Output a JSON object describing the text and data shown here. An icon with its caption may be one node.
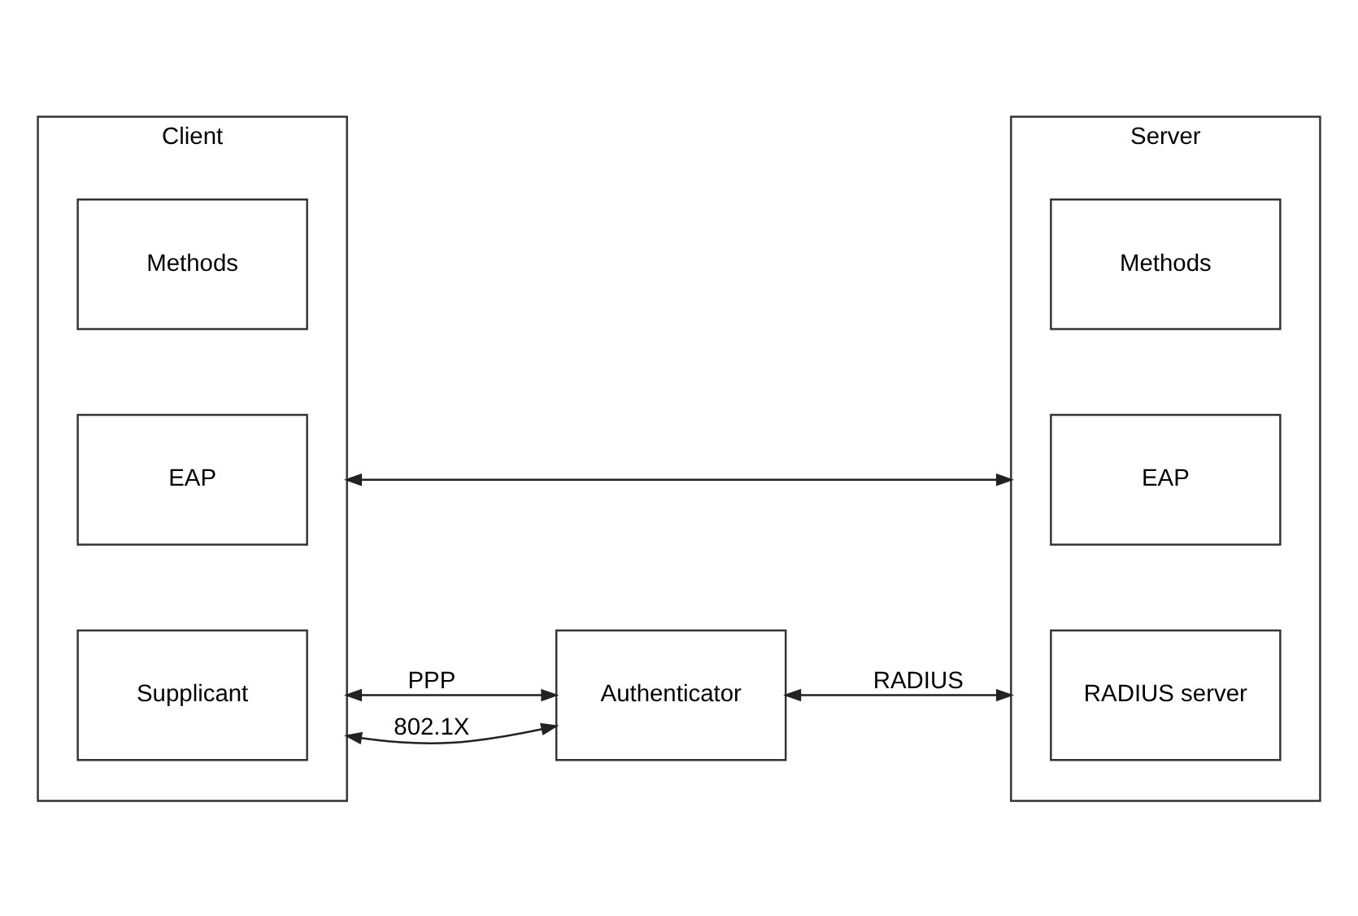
{
  "diagram": {
    "nodes": [
      {
        "text": [
          "Client"
        ]
      },
      {
        "text": [
          "Methods"
        ],
        "in": 0
      },
      {
        "text": [
          "EAP"
        ],
        "in": 0
      },
      {
        "text": [
          "Supplicant"
        ],
        "in": 0
      },
      {
        "text": [
          "Authenticator"
        ]
      },
      {
        "text": [
          "Server"
        ]
      },
      {
        "text": [
          "Methods"
        ],
        "in": 5
      },
      {
        "text": [
          "EAP"
        ],
        "in": 5
      },
      {
        "text": [
          "RADIUS server"
        ],
        "in": 5
      }
    ],
    "edges": [
      {
        "from": 0,
        "to": 5,
        "arrow": "both"
      },
      {
        "from": 0,
        "to": 4,
        "arrow": "both",
        "label": "PPP"
      },
      {
        "from": 0,
        "to": 4,
        "arrow": "both",
        "label": "802.1X"
      },
      {
        "from": 4,
        "to": 5,
        "arrow": "both",
        "label": "RADIUS"
      }
    ]
  }
}
